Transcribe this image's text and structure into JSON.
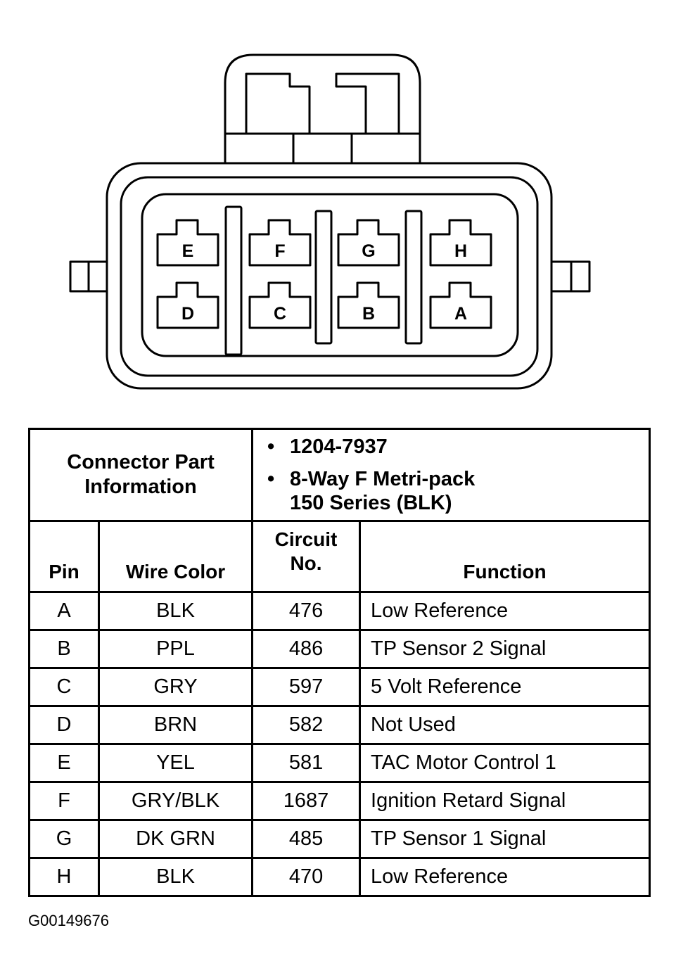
{
  "connector": {
    "cavities_top": [
      "E",
      "F",
      "G",
      "H"
    ],
    "cavities_bottom": [
      "D",
      "C",
      "B",
      "A"
    ]
  },
  "table": {
    "part_info_heading_line1": "Connector Part",
    "part_info_heading_line2": "Information",
    "bullet_symbol": "•",
    "part_number": "1204-7937",
    "description_line1": "8-Way F Metri-pack",
    "description_line2": "150 Series (BLK)",
    "headers": {
      "pin": "Pin",
      "wire_color": "Wire Color",
      "circuit_line1": "Circuit",
      "circuit_line2": "No.",
      "function": "Function"
    },
    "rows": [
      {
        "pin": "A",
        "wire_color": "BLK",
        "circuit": "476",
        "function": "Low Reference"
      },
      {
        "pin": "B",
        "wire_color": "PPL",
        "circuit": "486",
        "function": "TP Sensor 2 Signal"
      },
      {
        "pin": "C",
        "wire_color": "GRY",
        "circuit": "597",
        "function": "5 Volt Reference"
      },
      {
        "pin": "D",
        "wire_color": "BRN",
        "circuit": "582",
        "function": "Not Used"
      },
      {
        "pin": "E",
        "wire_color": "YEL",
        "circuit": "581",
        "function": "TAC Motor Control 1"
      },
      {
        "pin": "F",
        "wire_color": "GRY/BLK",
        "circuit": "1687",
        "function": "Ignition Retard Signal"
      },
      {
        "pin": "G",
        "wire_color": "DK GRN",
        "circuit": "485",
        "function": "TP Sensor 1 Signal"
      },
      {
        "pin": "H",
        "wire_color": "BLK",
        "circuit": "470",
        "function": "Low Reference"
      }
    ]
  },
  "figure_code": "G00149676"
}
